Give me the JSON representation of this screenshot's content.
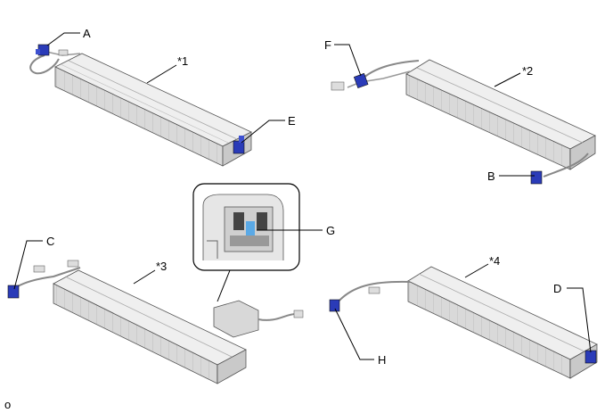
{
  "labels": {
    "A": "A",
    "B": "B",
    "C": "C",
    "D": "D",
    "E": "E",
    "F": "F",
    "G": "G",
    "H": "H",
    "m1": "*1",
    "m2": "*2",
    "m3": "*3",
    "m4": "*4",
    "corner": "o"
  },
  "colors": {
    "connector": "#2a3bb8",
    "module_light": "#eeeeee",
    "module_mid": "#d4d4d4",
    "module_dark": "#b8b8b8",
    "outline": "#444444",
    "highlight": "#5aa9e6"
  }
}
